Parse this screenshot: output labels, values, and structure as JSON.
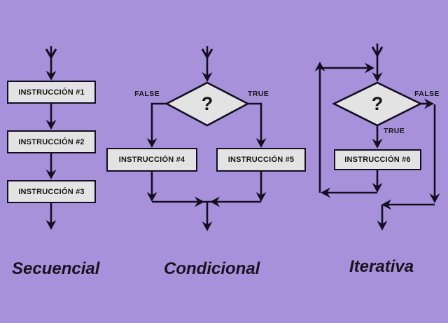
{
  "colors": {
    "background": "#a791da",
    "line": "#140e22",
    "box_fill": "#e3e3e3",
    "text": "#161616",
    "label_text": "#19131f"
  },
  "sections": [
    {
      "label": "Secuencial",
      "boxes": [
        "INSTRUCCIÓN #1",
        "INSTRUCCIÓN #2",
        "INSTRUCCIÓN #3"
      ]
    },
    {
      "label": "Condicional",
      "decision": "?",
      "false_label": "FALSE",
      "true_label": "TRUE",
      "boxes": [
        "INSTRUCCIÓN #4",
        "INSTRUCCIÓN #5"
      ]
    },
    {
      "label": "Iterativa",
      "decision": "?",
      "false_label": "FALSE",
      "true_label": "TRUE",
      "boxes": [
        "INSTRUCCIÓN #6"
      ]
    }
  ]
}
